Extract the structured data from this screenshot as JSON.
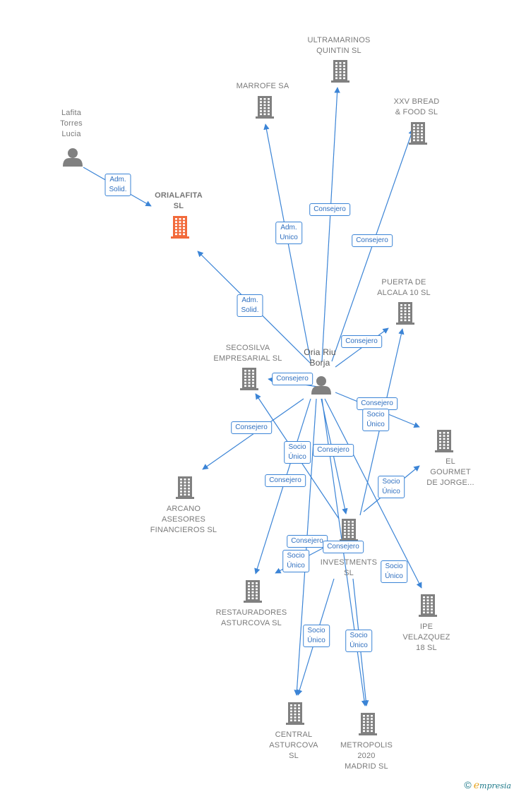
{
  "colors": {
    "edge": "#3b84d6",
    "company": "#808080",
    "highlight": "#f26a3b",
    "person": "#808080"
  },
  "nodes": [
    {
      "id": "oria",
      "label": "Oria Riu\nBorja",
      "type": "person",
      "style": "center"
    },
    {
      "id": "lafita",
      "label": "Lafita\nTorres\nLucia",
      "type": "person"
    },
    {
      "id": "orialafita",
      "label": "ORIALAFITA\nSL",
      "type": "company-main"
    },
    {
      "id": "marrofe",
      "label": "MARROFE SA",
      "type": "company"
    },
    {
      "id": "ultramarinos",
      "label": "ULTRAMARINOS\nQUINTIN  SL",
      "type": "company"
    },
    {
      "id": "xxv",
      "label": "XXV BREAD\n& FOOD SL",
      "type": "company"
    },
    {
      "id": "puerta",
      "label": "PUERTA DE\nALCALA 10  SL",
      "type": "company"
    },
    {
      "id": "secosilva",
      "label": "SECOSILVA\nEMPRESARIAL SL",
      "type": "company"
    },
    {
      "id": "gourmet",
      "label": "EL\nGOURMET\nDE JORGE...",
      "type": "company"
    },
    {
      "id": "arcano",
      "label": "ARCANO\nASESORES\nFINANCIEROS SL",
      "type": "company"
    },
    {
      "id": "investments",
      "label": "INVESTMENTS\nSL",
      "type": "company"
    },
    {
      "id": "restauradores",
      "label": "RESTAURADORES\nASTURCOVA SL",
      "type": "company"
    },
    {
      "id": "ipe",
      "label": "IPE\nVELAZQUEZ\n18  SL",
      "type": "company"
    },
    {
      "id": "central",
      "label": "CENTRAL\nASTURCOVA\nSL",
      "type": "company"
    },
    {
      "id": "metropolis",
      "label": "METROPOLIS\n2020\nMADRID  SL",
      "type": "company"
    }
  ],
  "edges": [
    {
      "from": "lafita",
      "to": "orialafita",
      "label": "Adm.\nSolid."
    },
    {
      "from": "oria",
      "to": "orialafita",
      "label": "Adm.\nSolid."
    },
    {
      "from": "oria",
      "to": "marrofe",
      "label": "Adm.\nUnico"
    },
    {
      "from": "oria",
      "to": "ultramarinos",
      "label": "Consejero"
    },
    {
      "from": "oria",
      "to": "xxv",
      "label": "Consejero"
    },
    {
      "from": "oria",
      "to": "puerta",
      "label": "Consejero"
    },
    {
      "from": "oria",
      "to": "secosilva",
      "label": "Consejero"
    },
    {
      "from": "oria",
      "to": "gourmet",
      "label": "Consejero"
    },
    {
      "from": "oria",
      "to": "arcano",
      "label": "Consejero"
    },
    {
      "from": "oria",
      "to": "investments",
      "label": "Consejero"
    },
    {
      "from": "oria",
      "to": "restauradores",
      "label": "Consejero"
    },
    {
      "from": "oria",
      "to": "ipe",
      "label": "Socio\nÚnico"
    },
    {
      "from": "oria",
      "to": "central",
      "label": "Consejero"
    },
    {
      "from": "oria",
      "to": "metropolis",
      "label": "Consejero"
    },
    {
      "from": "investments",
      "to": "puerta",
      "label": "Socio\nÚnico"
    },
    {
      "from": "investments",
      "to": "secosilva",
      "label": "Socio\nÚnico"
    },
    {
      "from": "investments",
      "to": "gourmet",
      "label": "Socio\nÚnico"
    },
    {
      "from": "investments",
      "to": "restauradores",
      "label": "Socio\nÚnico"
    },
    {
      "from": "investments",
      "to": "central",
      "label": "Socio\nÚnico"
    },
    {
      "from": "investments",
      "to": "metropolis",
      "label": "Socio\nÚnico"
    }
  ],
  "footer": {
    "copyright": "©",
    "brand_e": "e",
    "brand_rest": "mpresia"
  }
}
